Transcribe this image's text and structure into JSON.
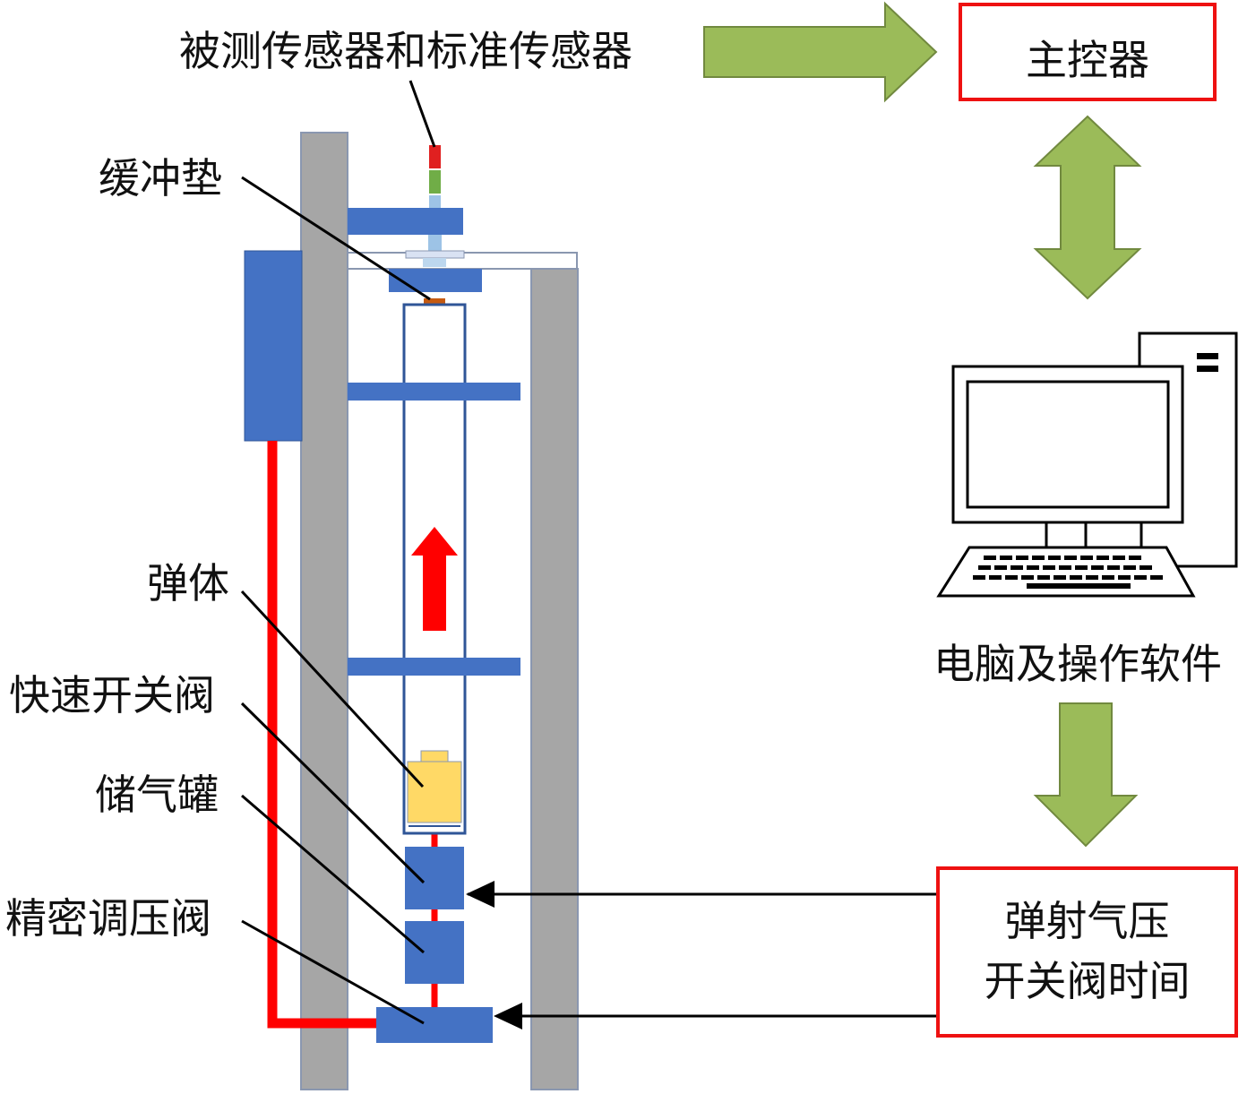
{
  "labels": {
    "sensors": "被测传感器和标准传感器",
    "buffer_pad": "缓冲垫",
    "projectile": "弹体",
    "fast_valve": "快速开关阀",
    "gas_tank": "储气罐",
    "precision_valve": "精密调压阀",
    "computer": "电脑及操作软件"
  },
  "boxes": {
    "controller": "主控器",
    "params_line1": "弹射气压",
    "params_line2": "开关阀时间"
  },
  "colors": {
    "rail_gray": "#a6a6a6",
    "part_blue": "#4472c4",
    "part_blue_border": "#2f5597",
    "projectile_yellow": "#ffd966",
    "pipe_red": "#ff0000",
    "box_red": "#ee1111",
    "flow_green": "#9bbb59",
    "flow_green_border": "#71893f",
    "sensor_red": "#e02020",
    "sensor_green": "#70ad47",
    "pad_brown": "#c55a11"
  },
  "icons": {
    "computer": "desktop-computer-icon",
    "up_arrow": "red-up-arrow-icon"
  }
}
